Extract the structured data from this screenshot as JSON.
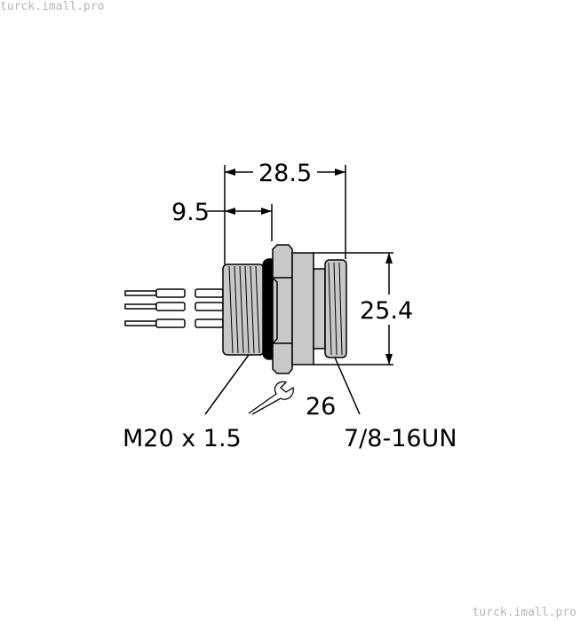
{
  "watermark": "turck.imall.pro",
  "dimensions": {
    "overall_length": "28.5",
    "thread_length": "9.5",
    "height": "25.4",
    "wrench_size": "26"
  },
  "labels": {
    "rear_thread": "M20 x 1.5",
    "front_thread": "7/8-16UN"
  },
  "colors": {
    "body": "#c8c8c8",
    "oring": "#000000",
    "line": "#000000"
  }
}
